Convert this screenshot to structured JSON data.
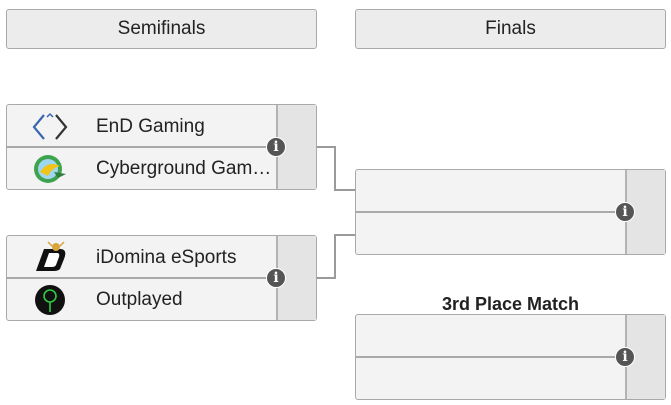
{
  "rounds": {
    "semifinals": "Semifinals",
    "finals": "Finals"
  },
  "semifinal_1": {
    "team_1": {
      "name": "EnD Gaming",
      "logo": "end-gaming-logo"
    },
    "team_2": {
      "name": "Cyberground Gaming",
      "logo": "cyberground-gaming-logo"
    },
    "info_icon": "info-icon"
  },
  "semifinal_2": {
    "team_1": {
      "name": "iDomina eSports",
      "logo": "idomina-esports-logo"
    },
    "team_2": {
      "name": "Outplayed",
      "logo": "outplayed-logo"
    },
    "info_icon": "info-icon"
  },
  "final": {
    "team_1": {
      "name": ""
    },
    "team_2": {
      "name": ""
    },
    "info_icon": "info-icon"
  },
  "third_place": {
    "label": "3rd Place Match",
    "team_1": {
      "name": ""
    },
    "team_2": {
      "name": ""
    },
    "info_icon": "info-icon"
  },
  "info_glyph": "i",
  "colors": {
    "border": "#a9a9a9",
    "slot_bg": "#f3f3f3",
    "side_bg": "#e4e4e4",
    "info_icon": "#555555"
  }
}
